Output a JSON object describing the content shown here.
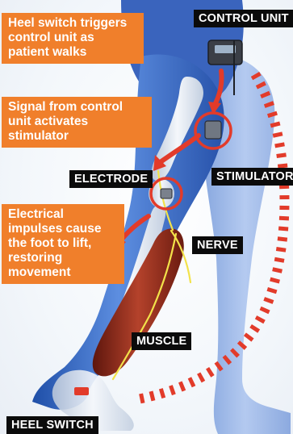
{
  "captions": {
    "heel_switch_triggers": [
      "Heel switch triggers",
      "control unit as",
      "patient walks"
    ],
    "signal_from_control": [
      "Signal from control",
      "unit activates",
      "stimulator"
    ],
    "electrical_impulses": [
      "Electrical",
      "impulses cause",
      "the foot to lift,",
      "restoring",
      "movement"
    ]
  },
  "labels": {
    "control_unit": "CONTROL UNIT",
    "stimulator": "STIMULATOR",
    "electrode": "ELECTRODE",
    "nerve": "NERVE",
    "muscle": "MUSCLE",
    "heel_switch": "HEEL SWITCH"
  },
  "colors": {
    "caption_bg": "#f07f2b",
    "label_bg": "#0b0b0b",
    "arrow_red": "#e23b2a",
    "leg_blue": "#3d6bc7",
    "muscle_red": "#8c2a1c"
  }
}
